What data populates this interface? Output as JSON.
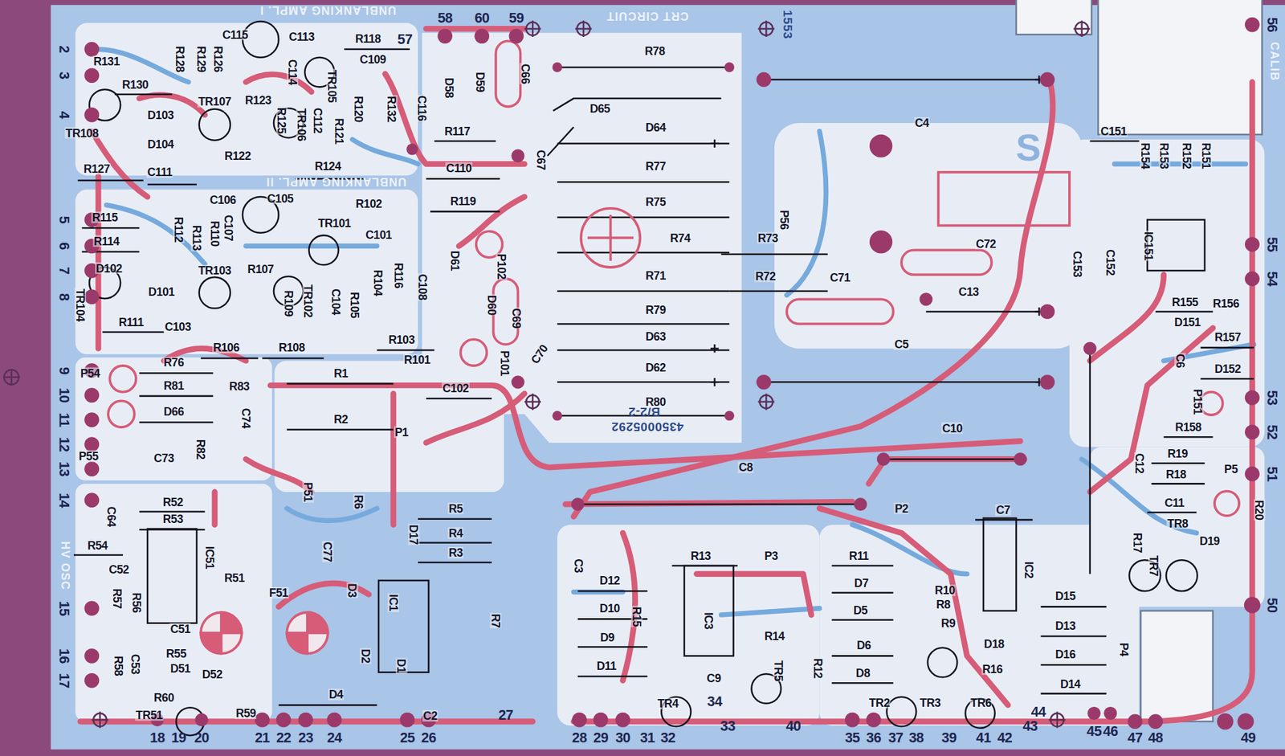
{
  "diagram": {
    "labels": [
      "UNBLANKING AMPL. I",
      "CRT CIRCUIT",
      "1553",
      "UNBLANKING AMPL. II",
      "4350005292",
      "B/2-2",
      "HV OSC",
      "CALIB",
      "S",
      "2",
      "3",
      "4",
      "5",
      "6",
      "7",
      "8",
      "9",
      "10",
      "11",
      "12",
      "13",
      "14",
      "15",
      "16",
      "17",
      "18",
      "19",
      "20",
      "21",
      "22",
      "23",
      "24",
      "25",
      "26",
      "27",
      "28",
      "29",
      "30",
      "31",
      "32",
      "34",
      "33",
      "40",
      "35",
      "36",
      "37",
      "38",
      "39",
      "41",
      "42",
      "43",
      "44",
      "45",
      "46",
      "47",
      "48",
      "49",
      "56",
      "55",
      "54",
      "53",
      "52",
      "51",
      "50",
      "58",
      "60",
      "59",
      "57",
      "R131",
      "R128",
      "R129",
      "R126",
      "C115",
      "C113",
      "R118",
      "C109",
      "R130",
      "C114",
      "TR105",
      "TR107",
      "R123",
      "R125",
      "R120",
      "R132",
      "C112",
      "R121",
      "TR106",
      "D103",
      "D104",
      "TR108",
      "R122",
      "R127",
      "C111",
      "R124",
      "C116",
      "D58",
      "D59",
      "C66",
      "C67",
      "R117",
      "D65",
      "R78",
      "D64",
      "R77",
      "R75",
      "R74",
      "R73",
      "R71",
      "R72",
      "R79",
      "D63",
      "D62",
      "R80",
      "C110",
      "R119",
      "P102",
      "D61",
      "D60",
      "C69",
      "C70",
      "P101",
      "C108",
      "R116",
      "R104",
      "R105",
      "C104",
      "TR102",
      "R109",
      "R107",
      "TR103",
      "D102",
      "D101",
      "R111",
      "C103",
      "R106",
      "R108",
      "R103",
      "R101",
      "C102",
      "R115",
      "R114",
      "R112",
      "R113",
      "R110",
      "C107",
      "C106",
      "C105",
      "R102",
      "TR101",
      "C101",
      "TR104",
      "P54",
      "R76",
      "R81",
      "R83",
      "D66",
      "C74",
      "P55",
      "C73",
      "R82",
      "R1",
      "R2",
      "P1",
      "C8",
      "C64",
      "R52",
      "R53",
      "R54",
      "R6",
      "R5",
      "R4",
      "R3",
      "P51",
      "C77",
      "D17",
      "D3",
      "C52",
      "IC51",
      "R51",
      "R57",
      "R56",
      "F51",
      "IC1",
      "R7",
      "C51",
      "R55",
      "C53",
      "R58",
      "D51",
      "D52",
      "R60",
      "TR51",
      "R59",
      "D4",
      "D2",
      "D1",
      "C2",
      "C3",
      "D12",
      "D10",
      "D9",
      "D11",
      "R13",
      "P3",
      "R15",
      "IC3",
      "R14",
      "C9",
      "TR4",
      "TR5",
      "R12",
      "R11",
      "D7",
      "D5",
      "D6",
      "D8",
      "TR2",
      "TR3",
      "TR6",
      "R10",
      "R8",
      "R9",
      "D18",
      "R16",
      "IC2",
      "C7",
      "P2",
      "C10",
      "C151",
      "R154",
      "R153",
      "R152",
      "R151",
      "C72",
      "C153",
      "C152",
      "IC151",
      "R155",
      "R156",
      "D151",
      "R157",
      "D152",
      "C6",
      "P151",
      "R158",
      "R19",
      "R18",
      "C12",
      "P5",
      "C11",
      "TR8",
      "R20",
      "R17",
      "TR7",
      "D19",
      "D15",
      "D13",
      "D16",
      "D14",
      "P4",
      "C4",
      "C5",
      "C13",
      "C71",
      "P56"
    ]
  }
}
